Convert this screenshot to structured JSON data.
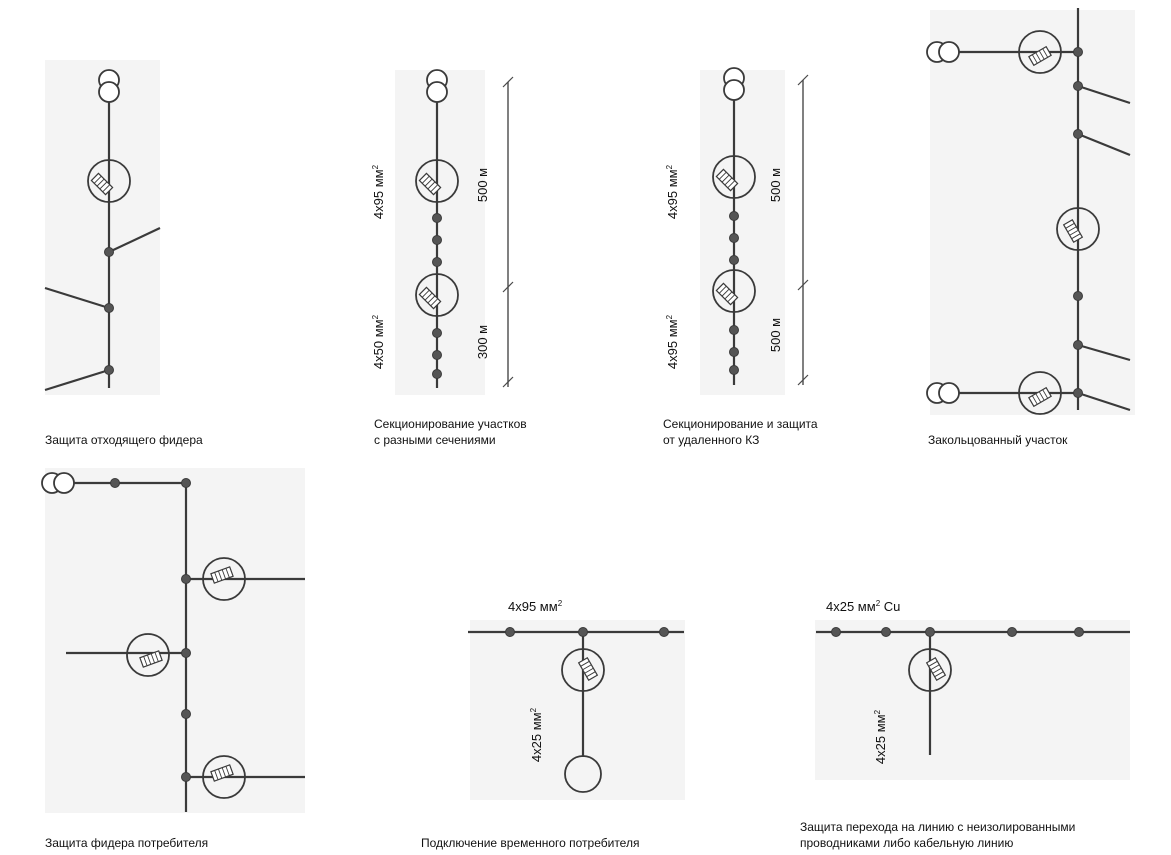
{
  "colors": {
    "line": "#3a3a3a",
    "node": "#555555",
    "panel": "#f4f4f4",
    "text": "#111111"
  },
  "diagrams": {
    "outgoing_feeder": {
      "caption": "Защита отходящего фидера"
    },
    "sectioning_cross_sections": {
      "caption": [
        "Секционирование участков",
        "с разными сечениями"
      ],
      "section_upper": "4x95 мм",
      "section_lower": "4x50 мм",
      "length_upper": "500 м",
      "length_lower": "300 м"
    },
    "sectioning_remote_fault": {
      "caption": [
        "Секционирование и защита",
        "от удаленного КЗ"
      ],
      "section_upper": "4x95 мм",
      "section_lower": "4x95 мм",
      "length_upper": "500 м",
      "length_lower": "500 м"
    },
    "ring_section": {
      "caption": "Закольцованный участок"
    },
    "consumer_feeder": {
      "caption": "Защита фидера потребителя"
    },
    "temporary_consumer": {
      "caption": "Подключение временного потребителя",
      "main_section": "4x95 мм",
      "branch_section": "4x25 мм"
    },
    "transition_protection": {
      "caption": [
        "Защита перехода на линию с неизолированными",
        "проводниками либо кабельную линию"
      ],
      "main_section": "4x25 мм",
      "main_material": " Cu",
      "branch_section": "4x25 мм"
    }
  },
  "superscript": "2"
}
